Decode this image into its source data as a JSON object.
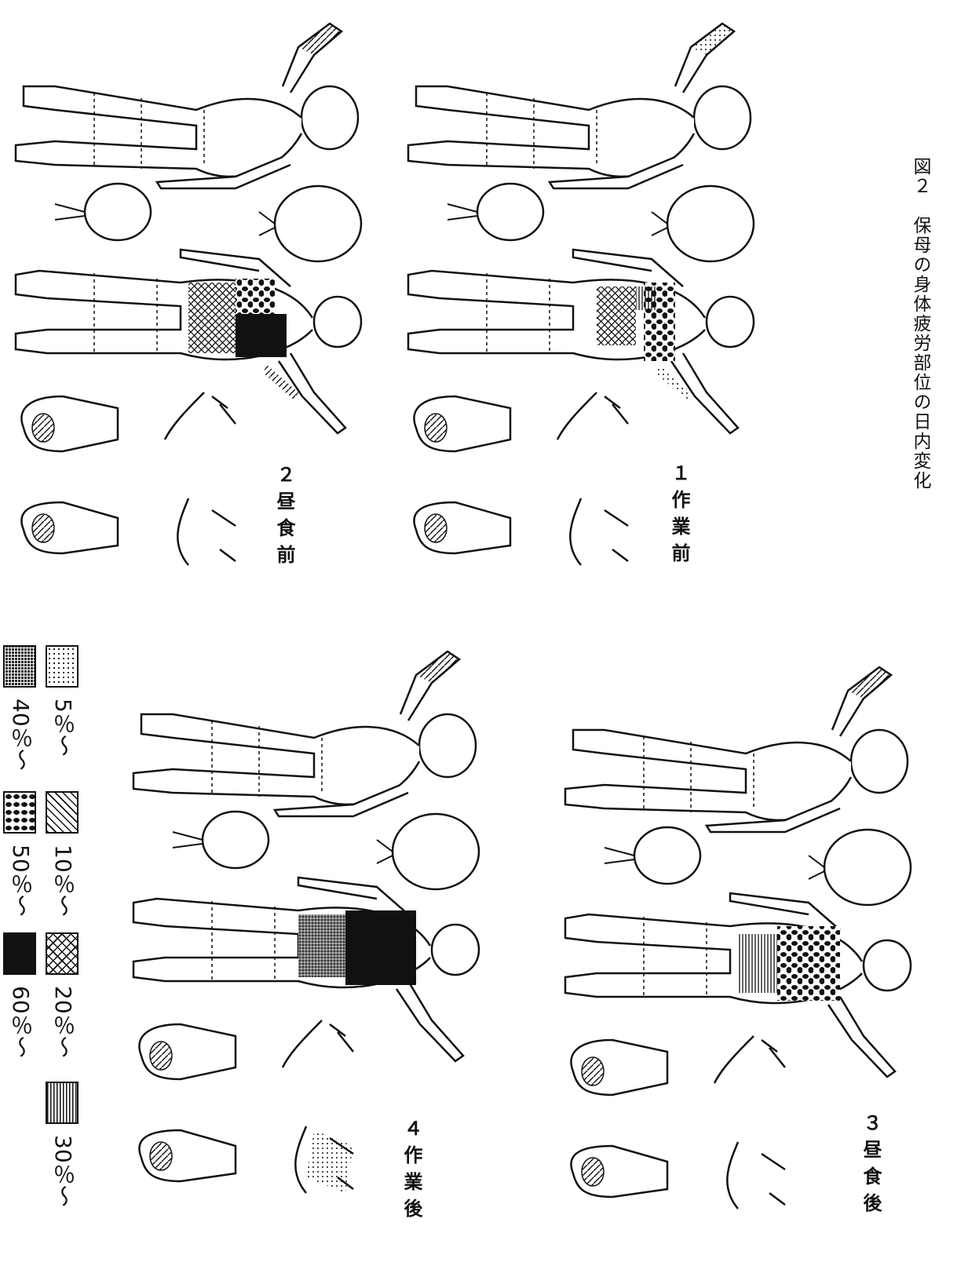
{
  "figure": {
    "title": "図２　保母の身体疲労部位の日内変化"
  },
  "panels": [
    {
      "id": 1,
      "label": "１作業前"
    },
    {
      "id": 2,
      "label": "２昼食前"
    },
    {
      "id": 3,
      "label": "３昼食後"
    },
    {
      "id": 4,
      "label": "４作業後"
    }
  ],
  "legend": [
    {
      "label": "5％～",
      "pattern": "dots"
    },
    {
      "label": "10％～",
      "pattern": "diagonal"
    },
    {
      "label": "20％～",
      "pattern": "crosshatch"
    },
    {
      "label": "30％～",
      "pattern": "vertical-lines"
    },
    {
      "label": "40％～",
      "pattern": "dense-grid"
    },
    {
      "label": "50％～",
      "pattern": "blotches"
    },
    {
      "label": "60％～",
      "pattern": "solid"
    }
  ],
  "colors": {
    "ink": "#111111",
    "paper": "#ffffff"
  }
}
